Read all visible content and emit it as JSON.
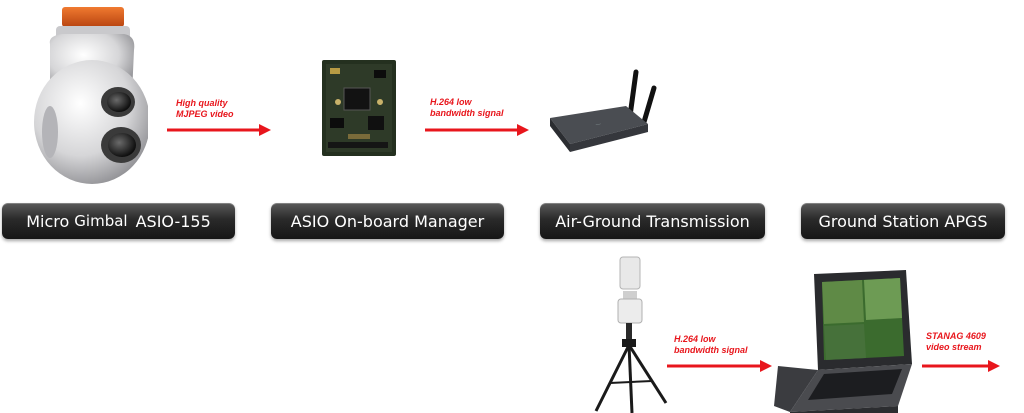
{
  "stages": [
    {
      "label_main": "Micro",
      "label_mid": "Gimbal",
      "label_tail": "ASIO-155"
    },
    {
      "label": "ASIO On-board Manager"
    },
    {
      "label": "Air-Ground Transmission"
    },
    {
      "label": "Ground Station APGS"
    }
  ],
  "arrows": [
    {
      "line1": "High quality",
      "line2": "MJPEG video"
    },
    {
      "line1": "H.264 low",
      "line2": "bandwidth signal"
    },
    {
      "line1": "H.264 low",
      "line2": "bandwidth signal"
    },
    {
      "line1": "STANAG 4609",
      "line2": "video stream"
    }
  ],
  "colors": {
    "arrow": "#e8161c",
    "pill": "#1e1e1e",
    "pill_text": "#ffffff"
  }
}
